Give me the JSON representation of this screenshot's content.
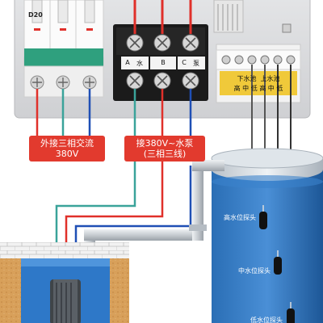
{
  "breaker": {
    "model": "D20"
  },
  "contactor": {
    "terminal_a": "A",
    "terminal_a_char": "水",
    "terminal_b": "B",
    "terminal_c": "C",
    "terminal_c_char": "泵"
  },
  "controller": {
    "row1": "下水池  上水池",
    "row2": "高 中 低 高 中 低"
  },
  "callouts": {
    "power": "外接三相交流\n380V",
    "pump": "接380V~水泵\n(三相三线)"
  },
  "tank": {
    "high": "高水位探头",
    "mid": "中水位探头",
    "low": "低水位探头"
  },
  "colors": {
    "panel": "#d9dadc",
    "wire_red": "#e0302a",
    "wire_blue": "#1f4fb5",
    "wire_teal": "#3aa39a",
    "tank": "#1e5b9f",
    "water": "#2e78c8",
    "label_red": "#e23a2e"
  }
}
